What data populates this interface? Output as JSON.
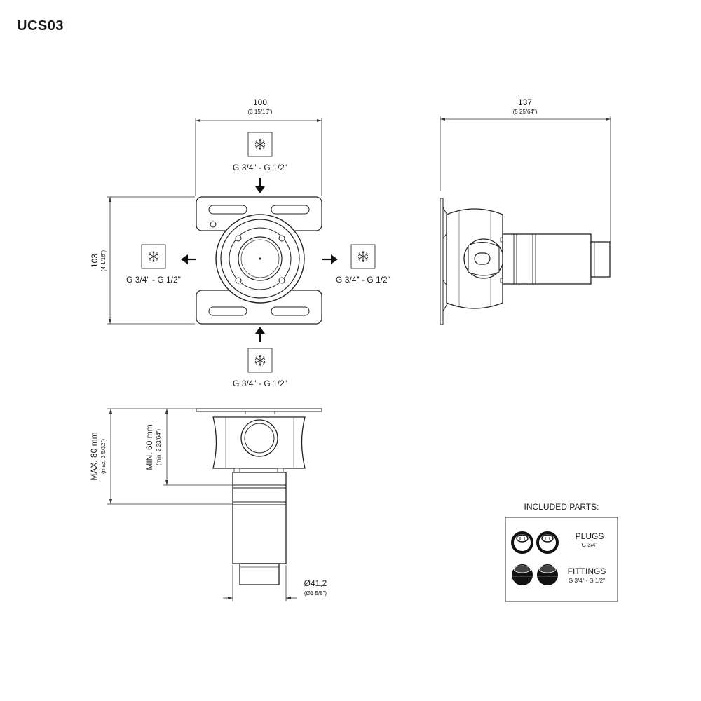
{
  "model_code": "UCS03",
  "front_view": {
    "width_dim": {
      "metric": "100",
      "imperial": "(3 15/16\")"
    },
    "height_dim": {
      "metric": "103",
      "imperial": "(4 1/16\")"
    },
    "ports": {
      "top": "G 3/4\" - G 1/2\"",
      "left": "G 3/4\" - G 1/2\"",
      "right": "G 3/4\" - G 1/2\"",
      "bottom": "G 3/4\" - G 1/2\""
    },
    "cold_icon": "snowflake-icon"
  },
  "side_view": {
    "depth_dim": {
      "metric": "137",
      "imperial": "(5 25/64\")"
    }
  },
  "bottom_view": {
    "max_depth": {
      "metric": "MAX. 80 mm",
      "imperial": "(max. 3 5/32\")"
    },
    "min_depth": {
      "metric": "MIN. 60 mm",
      "imperial": "(min. 2 23/64\")"
    },
    "diameter": {
      "metric": "Ø41,2",
      "imperial": "(Ø1 5/8\")"
    }
  },
  "included_parts": {
    "title": "INCLUDED PARTS:",
    "items": [
      {
        "name": "PLUGS",
        "spec": "G 3/4\""
      },
      {
        "name": "FITTINGS",
        "spec": "G 3/4\" - G 1/2\""
      }
    ]
  }
}
